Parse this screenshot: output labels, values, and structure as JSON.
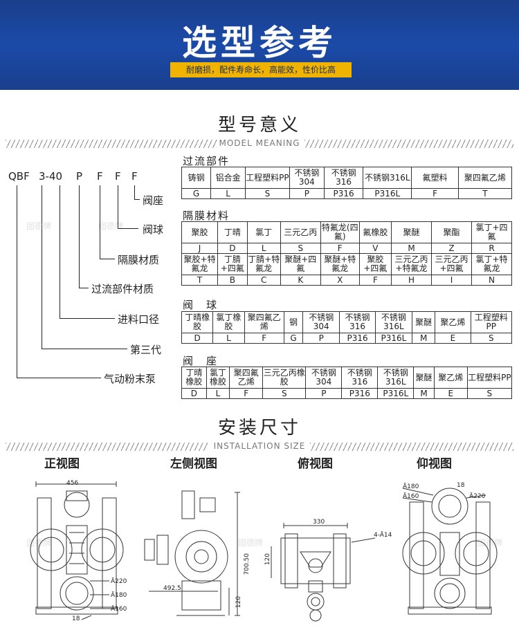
{
  "banner": {
    "title": "选型参考",
    "subtitle": "耐磨损，配件寿命长，高能效，性价比高"
  },
  "model_section": {
    "title": "型号意义",
    "subtitle": "MODEL MEANING",
    "codes": [
      "QBF",
      "3-40",
      "P",
      "F",
      "F",
      "F"
    ],
    "labels": [
      "阀座",
      "阀球",
      "隔膜材质",
      "过流部件材质",
      "进料口径",
      "第三代",
      "气动粉末泵"
    ]
  },
  "tables": {
    "flow_parts": {
      "title": "过流部件",
      "names": [
        "铸钢",
        "铝合金",
        "工程塑料PP",
        "不锈钢304",
        "不锈钢316",
        "不锈钢316L",
        "氟塑料",
        "聚四氟乙烯"
      ],
      "codes": [
        "G",
        "L",
        "S",
        "P",
        "P316",
        "P316L",
        "F",
        "T"
      ]
    },
    "diaphragm": {
      "title": "隔膜材料",
      "names1": [
        "聚胶",
        "丁晴",
        "氯丁",
        "三元乙丙",
        "特氟龙(四氟)",
        "氟橡胶",
        "聚醚",
        "聚酯",
        "氯丁+四氟"
      ],
      "codes1": [
        "J",
        "D",
        "L",
        "S",
        "F",
        "V",
        "M",
        "Z",
        "R"
      ],
      "names2": [
        "聚胶+特氟龙",
        "丁腈+四氟",
        "丁腈+特氟龙",
        "聚醚+四氟",
        "聚醚+特氟龙",
        "聚胶+四氟",
        "三元乙丙+特氟龙",
        "三元乙丙+四氟",
        "氯丁+特氟龙"
      ],
      "codes2": [
        "T",
        "B",
        "C",
        "K",
        "X",
        "F",
        "H",
        "I",
        "N"
      ]
    },
    "ball": {
      "title": "阀　球",
      "names": [
        "丁晴橡胶",
        "氯丁橡胶",
        "聚四氟乙烯",
        "钢",
        "不锈钢304",
        "不锈钢316",
        "不锈钢316L",
        "聚醚",
        "聚乙烯",
        "工程塑料PP"
      ],
      "codes": [
        "D",
        "L",
        "F",
        "G",
        "P",
        "P316",
        "P316L",
        "M",
        "E",
        "S"
      ]
    },
    "seat": {
      "title": "阀　座",
      "names": [
        "丁晴橡胶",
        "氯丁橡胶",
        "聚四氟乙烯",
        "三元乙丙橡胶",
        "不锈钢304",
        "不锈钢316",
        "不锈钢316L",
        "聚醚",
        "聚乙烯",
        "工程塑料PP"
      ],
      "codes": [
        "D",
        "L",
        "F",
        "S",
        "P",
        "P316",
        "P316L",
        "M",
        "E",
        "S"
      ]
    }
  },
  "install_section": {
    "title": "安装尺寸",
    "subtitle": "INSTALLATION SIZE",
    "views": [
      "正视图",
      "左侧视图",
      "俯视图",
      "仰视图"
    ]
  },
  "dimensions": {
    "front_width": "456",
    "front_d220": "Ā220",
    "front_d180": "Ā180",
    "front_d160": "Ā160",
    "front_18": "18",
    "side_depth": "492.5",
    "side_height": "700.50",
    "side_base": "120",
    "top_width": "330",
    "top_height": "120",
    "top_holes": "4-Ā14",
    "bottom_d180": "Ā180",
    "bottom_d160": "Ā160",
    "bottom_d220": "Ā220",
    "bottom_18": "18"
  },
  "watermark": "固德牌"
}
